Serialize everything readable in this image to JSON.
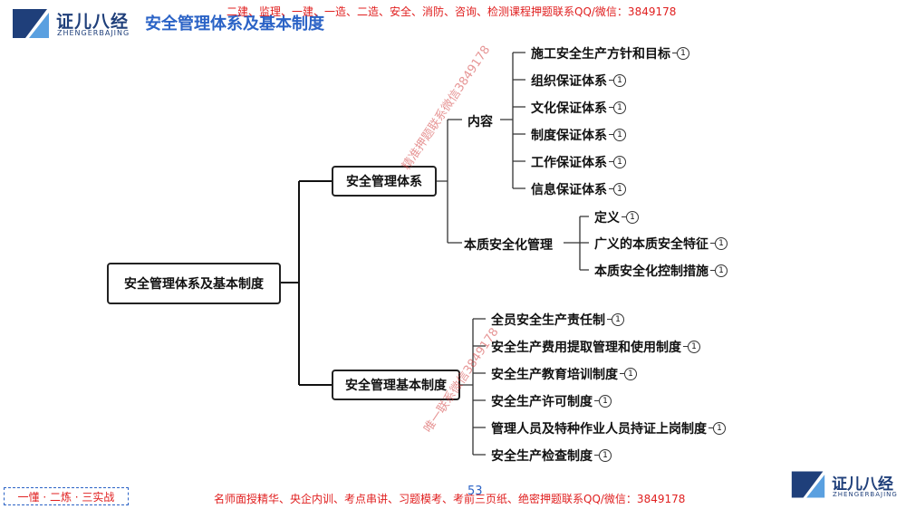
{
  "header": {
    "logo_cn": "证儿八经",
    "logo_en": "ZHENGERBAJING",
    "title": "安全管理体系及基本制度",
    "banner": "二建、监理、一建、一造、二造、安全、消防、咨询、检测课程押题联系QQ/微信：3849178"
  },
  "diagram": {
    "root": "安全管理体系及基本制度",
    "branch_system": {
      "label": "安全管理体系",
      "content_label": "内容",
      "content_items": [
        "施工安全生产方针和目标",
        "组织保证体系",
        "文化保证体系",
        "制度保证体系",
        "工作保证体系",
        "信息保证体系"
      ],
      "intrinsic_label": "本质安全化管理",
      "intrinsic_items": [
        "定义",
        "广义的本质安全特征",
        "本质安全化控制措施"
      ]
    },
    "branch_rules": {
      "label": "安全管理基本制度",
      "items": [
        "全员安全生产责任制",
        "安全生产费用提取管理和使用制度",
        "安全生产教育培训制度",
        "安全生产许可制度",
        "管理人员及特种作业人员持证上岗制度",
        "安全生产检查制度"
      ]
    },
    "badge": "1"
  },
  "watermarks": {
    "upper": "精准押题联系微信3849178",
    "lower": "唯一联系微信3849178"
  },
  "footer": {
    "left_box": "一懂 · 二炼 · 三实战",
    "banner": "名师面授精华、央企内训、考点串讲、习题模考、考前三页纸、绝密押题联系QQ/微信：3849178",
    "page_number": "53",
    "logo_cn": "证儿八经",
    "logo_en": "ZHENGERBAJING"
  },
  "colors": {
    "title_blue": "#2b63c6",
    "logo_navy": "#1f3f7a",
    "banner_red": "#e02020"
  },
  "icons": [
    "logo-z-icon",
    "collapse-badge-icon"
  ]
}
